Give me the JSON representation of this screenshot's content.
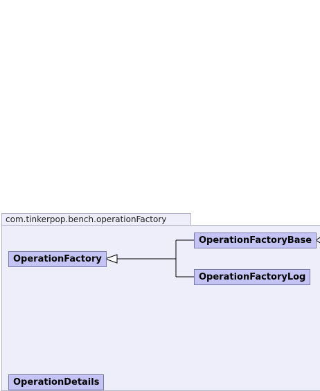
{
  "package": {
    "name": "com.tinkerpop.bench.operationFactory"
  },
  "classes": {
    "operation_factory": "OperationFactory",
    "operation_factory_base": "OperationFactoryBase",
    "operation_factory_log": "OperationFactoryLog",
    "operation_details": "OperationDetails"
  },
  "colors": {
    "package_background": "#eeeefa",
    "package_border": "#b4b4c8",
    "class_fill": "#c4c4f4",
    "class_border": "#7878a8",
    "edge": "#000000"
  }
}
